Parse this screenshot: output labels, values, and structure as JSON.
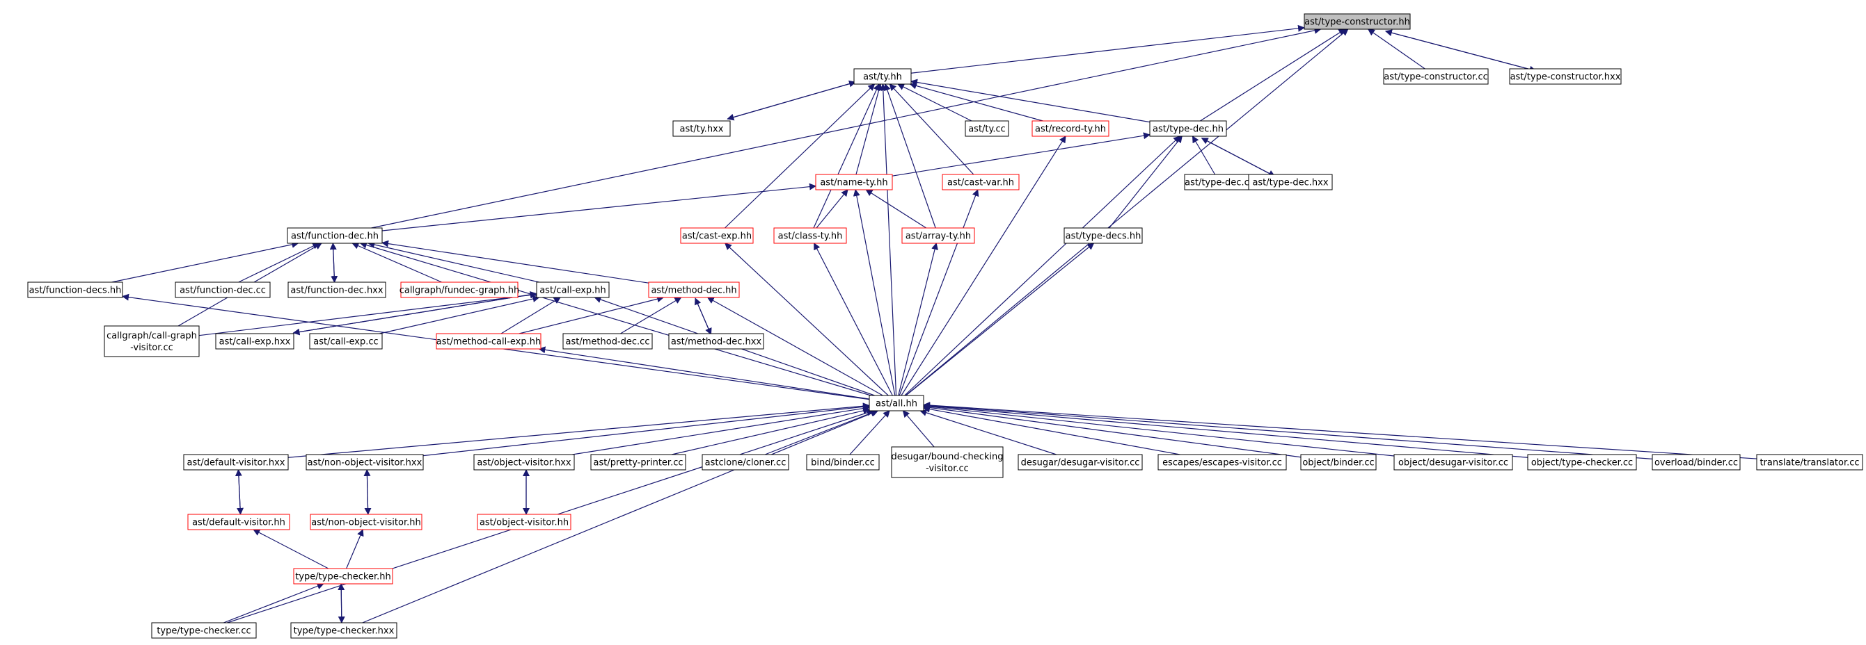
{
  "colors": {
    "edge": "#191970",
    "box_border": "#000000",
    "box_border_truncated": "#ff0000",
    "root_fill": "#bfbfbf",
    "box_fill": "#ffffff",
    "text": "#000000"
  },
  "nodes": [
    {
      "id": "type_constructor_hh",
      "label": "ast/type-constructor.hh",
      "style": "root"
    },
    {
      "id": "ty_hh",
      "label": "ast/ty.hh",
      "style": "normal"
    },
    {
      "id": "type_constructor_cc",
      "label": "ast/type-constructor.cc",
      "style": "normal"
    },
    {
      "id": "type_constructor_hxx",
      "label": "ast/type-constructor.hxx",
      "style": "normal"
    },
    {
      "id": "ty_hxx",
      "label": "ast/ty.hxx",
      "style": "normal"
    },
    {
      "id": "ty_cc",
      "label": "ast/ty.cc",
      "style": "normal"
    },
    {
      "id": "record_ty_hh",
      "label": "ast/record-ty.hh",
      "style": "truncated"
    },
    {
      "id": "type_dec_hh",
      "label": "ast/type-dec.hh",
      "style": "normal"
    },
    {
      "id": "name_ty_hh",
      "label": "ast/name-ty.hh",
      "style": "truncated"
    },
    {
      "id": "cast_var_hh",
      "label": "ast/cast-var.hh",
      "style": "truncated"
    },
    {
      "id": "type_dec_cc",
      "label": "ast/type-dec.cc",
      "style": "normal"
    },
    {
      "id": "type_dec_hxx",
      "label": "ast/type-dec.hxx",
      "style": "normal"
    },
    {
      "id": "function_dec_hh",
      "label": "ast/function-dec.hh",
      "style": "normal"
    },
    {
      "id": "cast_exp_hh",
      "label": "ast/cast-exp.hh",
      "style": "truncated"
    },
    {
      "id": "class_ty_hh",
      "label": "ast/class-ty.hh",
      "style": "truncated"
    },
    {
      "id": "array_ty_hh",
      "label": "ast/array-ty.hh",
      "style": "truncated"
    },
    {
      "id": "type_decs_hh",
      "label": "ast/type-decs.hh",
      "style": "normal"
    },
    {
      "id": "function_decs_hh",
      "label": "ast/function-decs.hh",
      "style": "normal"
    },
    {
      "id": "function_dec_cc",
      "label": "ast/function-dec.cc",
      "style": "normal"
    },
    {
      "id": "function_dec_hxx",
      "label": "ast/function-dec.hxx",
      "style": "normal"
    },
    {
      "id": "fundec_graph_hh",
      "label": "callgraph/fundec-graph.hh",
      "style": "truncated"
    },
    {
      "id": "call_exp_hh",
      "label": "ast/call-exp.hh",
      "style": "normal"
    },
    {
      "id": "method_dec_hh",
      "label": "ast/method-dec.hh",
      "style": "truncated"
    },
    {
      "id": "call_graph_visitor_cc",
      "label": [
        "callgraph/call-graph",
        "-visitor.cc"
      ],
      "style": "normal"
    },
    {
      "id": "call_exp_hxx",
      "label": "ast/call-exp.hxx",
      "style": "normal"
    },
    {
      "id": "call_exp_cc",
      "label": "ast/call-exp.cc",
      "style": "normal"
    },
    {
      "id": "method_call_exp_hh",
      "label": "ast/method-call-exp.hh",
      "style": "truncated"
    },
    {
      "id": "method_dec_cc",
      "label": "ast/method-dec.cc",
      "style": "normal"
    },
    {
      "id": "method_dec_hxx",
      "label": "ast/method-dec.hxx",
      "style": "normal"
    },
    {
      "id": "all_hh",
      "label": "ast/all.hh",
      "style": "normal"
    },
    {
      "id": "default_visitor_hxx",
      "label": "ast/default-visitor.hxx",
      "style": "normal"
    },
    {
      "id": "non_object_visitor_hxx",
      "label": "ast/non-object-visitor.hxx",
      "style": "normal"
    },
    {
      "id": "object_visitor_hxx",
      "label": "ast/object-visitor.hxx",
      "style": "normal"
    },
    {
      "id": "pretty_printer_cc",
      "label": "ast/pretty-printer.cc",
      "style": "normal"
    },
    {
      "id": "cloner_cc",
      "label": "astclone/cloner.cc",
      "style": "normal"
    },
    {
      "id": "bind_binder_cc",
      "label": "bind/binder.cc",
      "style": "normal"
    },
    {
      "id": "bound_checking_visitor_cc",
      "label": [
        "desugar/bound-checking",
        "-visitor.cc"
      ],
      "style": "normal"
    },
    {
      "id": "desugar_visitor_cc",
      "label": "desugar/desugar-visitor.cc",
      "style": "normal"
    },
    {
      "id": "escapes_visitor_cc",
      "label": "escapes/escapes-visitor.cc",
      "style": "normal"
    },
    {
      "id": "object_binder_cc",
      "label": "object/binder.cc",
      "style": "normal"
    },
    {
      "id": "object_desugar_visitor_cc",
      "label": "object/desugar-visitor.cc",
      "style": "normal"
    },
    {
      "id": "object_type_checker_cc",
      "label": "object/type-checker.cc",
      "style": "normal"
    },
    {
      "id": "overload_binder_cc",
      "label": "overload/binder.cc",
      "style": "normal"
    },
    {
      "id": "translator_cc",
      "label": "translate/translator.cc",
      "style": "normal"
    },
    {
      "id": "default_visitor_hh",
      "label": "ast/default-visitor.hh",
      "style": "truncated"
    },
    {
      "id": "non_object_visitor_hh",
      "label": "ast/non-object-visitor.hh",
      "style": "truncated"
    },
    {
      "id": "object_visitor_hh",
      "label": "ast/object-visitor.hh",
      "style": "truncated"
    },
    {
      "id": "type_checker_hh",
      "label": "type/type-checker.hh",
      "style": "truncated"
    },
    {
      "id": "type_checker_cc",
      "label": "type/type-checker.cc",
      "style": "normal"
    },
    {
      "id": "type_checker_hxx",
      "label": "type/type-checker.hxx",
      "style": "normal"
    }
  ],
  "edges": [
    [
      "ty_hh",
      "type_constructor_hh"
    ],
    [
      "type_constructor_cc",
      "type_constructor_hh"
    ],
    [
      "type_constructor_hxx",
      "type_constructor_hh"
    ],
    [
      "type_constructor_hh",
      "type_constructor_hxx"
    ],
    [
      "type_dec_hh",
      "type_constructor_hh"
    ],
    [
      "function_dec_hh",
      "type_constructor_hh"
    ],
    [
      "all_hh",
      "type_constructor_hh"
    ],
    [
      "ty_hxx",
      "ty_hh"
    ],
    [
      "ty_hh",
      "ty_hxx"
    ],
    [
      "ty_cc",
      "ty_hh"
    ],
    [
      "record_ty_hh",
      "ty_hh"
    ],
    [
      "type_dec_hh",
      "ty_hh"
    ],
    [
      "name_ty_hh",
      "ty_hh"
    ],
    [
      "cast_var_hh",
      "ty_hh"
    ],
    [
      "cast_exp_hh",
      "ty_hh"
    ],
    [
      "class_ty_hh",
      "ty_hh"
    ],
    [
      "array_ty_hh",
      "ty_hh"
    ],
    [
      "all_hh",
      "ty_hh"
    ],
    [
      "name_ty_hh",
      "type_dec_hh"
    ],
    [
      "type_dec_cc",
      "type_dec_hh"
    ],
    [
      "type_dec_hxx",
      "type_dec_hh"
    ],
    [
      "type_dec_hh",
      "type_dec_hxx"
    ],
    [
      "type_decs_hh",
      "type_dec_hh"
    ],
    [
      "all_hh",
      "type_dec_hh"
    ],
    [
      "all_hh",
      "record_ty_hh"
    ],
    [
      "function_dec_hh",
      "name_ty_hh"
    ],
    [
      "class_ty_hh",
      "name_ty_hh"
    ],
    [
      "array_ty_hh",
      "name_ty_hh"
    ],
    [
      "all_hh",
      "name_ty_hh"
    ],
    [
      "all_hh",
      "cast_var_hh"
    ],
    [
      "all_hh",
      "cast_exp_hh"
    ],
    [
      "all_hh",
      "class_ty_hh"
    ],
    [
      "all_hh",
      "array_ty_hh"
    ],
    [
      "all_hh",
      "type_decs_hh"
    ],
    [
      "function_decs_hh",
      "function_dec_hh"
    ],
    [
      "function_dec_cc",
      "function_dec_hh"
    ],
    [
      "function_dec_hxx",
      "function_dec_hh"
    ],
    [
      "function_dec_hh",
      "function_dec_hxx"
    ],
    [
      "fundec_graph_hh",
      "function_dec_hh"
    ],
    [
      "call_exp_hh",
      "function_dec_hh"
    ],
    [
      "method_dec_hh",
      "function_dec_hh"
    ],
    [
      "call_graph_visitor_cc",
      "function_dec_hh"
    ],
    [
      "all_hh",
      "function_dec_hh"
    ],
    [
      "all_hh",
      "function_decs_hh"
    ],
    [
      "call_graph_visitor_cc",
      "call_exp_hh"
    ],
    [
      "call_exp_hxx",
      "call_exp_hh"
    ],
    [
      "call_exp_hh",
      "call_exp_hxx"
    ],
    [
      "call_exp_cc",
      "call_exp_hh"
    ],
    [
      "method_call_exp_hh",
      "call_exp_hh"
    ],
    [
      "all_hh",
      "call_exp_hh"
    ],
    [
      "method_call_exp_hh",
      "method_dec_hh"
    ],
    [
      "method_dec_cc",
      "method_dec_hh"
    ],
    [
      "method_dec_hxx",
      "method_dec_hh"
    ],
    [
      "method_dec_hh",
      "method_dec_hxx"
    ],
    [
      "all_hh",
      "method_dec_hh"
    ],
    [
      "all_hh",
      "method_call_exp_hh"
    ],
    [
      "default_visitor_hxx",
      "all_hh"
    ],
    [
      "non_object_visitor_hxx",
      "all_hh"
    ],
    [
      "object_visitor_hxx",
      "all_hh"
    ],
    [
      "pretty_printer_cc",
      "all_hh"
    ],
    [
      "cloner_cc",
      "all_hh"
    ],
    [
      "bind_binder_cc",
      "all_hh"
    ],
    [
      "bound_checking_visitor_cc",
      "all_hh"
    ],
    [
      "desugar_visitor_cc",
      "all_hh"
    ],
    [
      "escapes_visitor_cc",
      "all_hh"
    ],
    [
      "object_binder_cc",
      "all_hh"
    ],
    [
      "object_desugar_visitor_cc",
      "all_hh"
    ],
    [
      "object_type_checker_cc",
      "all_hh"
    ],
    [
      "overload_binder_cc",
      "all_hh"
    ],
    [
      "translator_cc",
      "all_hh"
    ],
    [
      "type_checker_cc",
      "all_hh"
    ],
    [
      "type_checker_hxx",
      "all_hh"
    ],
    [
      "default_visitor_hh",
      "default_visitor_hxx"
    ],
    [
      "default_visitor_hxx",
      "default_visitor_hh"
    ],
    [
      "non_object_visitor_hh",
      "non_object_visitor_hxx"
    ],
    [
      "non_object_visitor_hxx",
      "non_object_visitor_hh"
    ],
    [
      "object_visitor_hh",
      "object_visitor_hxx"
    ],
    [
      "object_visitor_hxx",
      "object_visitor_hh"
    ],
    [
      "type_checker_hh",
      "default_visitor_hh"
    ],
    [
      "type_checker_hh",
      "non_object_visitor_hh"
    ],
    [
      "type_checker_cc",
      "type_checker_hh"
    ],
    [
      "type_checker_hxx",
      "type_checker_hh"
    ],
    [
      "type_checker_hh",
      "type_checker_hxx"
    ]
  ]
}
